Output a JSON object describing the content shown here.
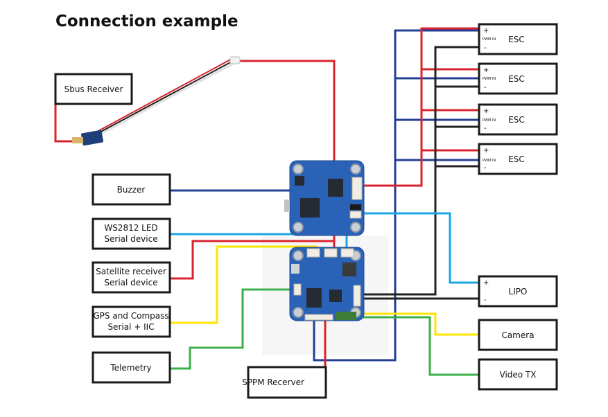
{
  "title": "Connection example",
  "left_devices": {
    "sbus": "Sbus Receiver",
    "buzzer": "Buzzer",
    "ws2812": [
      "WS2812 LED",
      "Serial device"
    ],
    "satellite": [
      "Satellite receiver",
      "Serial device"
    ],
    "gps": [
      "GPS and Compass",
      "Serial + IIC"
    ],
    "telemetry": "Telemetry"
  },
  "bottom_devices": {
    "sppm": "SPPM Recerver"
  },
  "right_devices": {
    "escs": [
      {
        "label": "ESC",
        "plus": "+",
        "pwm": "PWM IN",
        "minus": "-"
      },
      {
        "label": "ESC",
        "plus": "+",
        "pwm": "PWM IN",
        "minus": "-"
      },
      {
        "label": "ESC",
        "plus": "+",
        "pwm": "PWM IN",
        "minus": "-"
      },
      {
        "label": "ESC",
        "plus": "+",
        "pwm": "PWM IN",
        "minus": "-"
      }
    ],
    "lipo": {
      "label": "LIPO",
      "plus": "+",
      "minus": "-"
    },
    "camera": "Camera",
    "video_tx": "Video TX"
  },
  "wire_colors": {
    "power": "#d9232e",
    "signal": "#233f94",
    "ground": "#222222",
    "led": "#1aa6e6",
    "gps": "#ffe500",
    "telemetry": "#3bb04a"
  }
}
